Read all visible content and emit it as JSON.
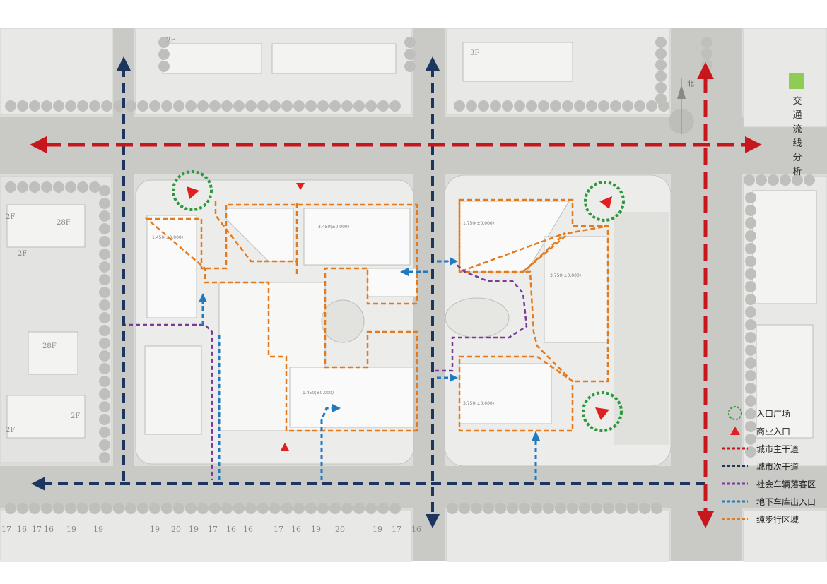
{
  "title": "交通流线分析",
  "compass_label": "北",
  "colors": {
    "main_road": "#c8161d",
    "secondary_road": "#1c3660",
    "drop_off": "#7a3a9a",
    "garage": "#1f7ac0",
    "pedestrian": "#e57a1c",
    "plaza": "#2a9a3c",
    "title_swatch": "#8fcc55"
  },
  "legend": [
    {
      "key": "plaza",
      "label": "入口广场",
      "icon": "dotted-circle-icon"
    },
    {
      "key": "commercial",
      "label": "商业入口",
      "icon": "red-triangle-icon"
    },
    {
      "key": "main_road",
      "label": "城市主干道",
      "icon": "red-dash-icon"
    },
    {
      "key": "secondary_road",
      "label": "城市次干道",
      "icon": "navy-dash-icon"
    },
    {
      "key": "drop_off",
      "label": "社会车辆落客区",
      "icon": "purple-dash-icon"
    },
    {
      "key": "garage",
      "label": "地下车库出入口",
      "icon": "blue-dash-icon"
    },
    {
      "key": "pedestrian",
      "label": "纯步行区域",
      "icon": "orange-dash-icon"
    }
  ],
  "building_labels": {
    "b1": "2F",
    "b2": "3F",
    "b3": "28F",
    "b4": "2F",
    "b5": "2F",
    "b6": "28F",
    "b7": "2F",
    "b8": "2F",
    "e1": "1.450(±0.000)",
    "e2": "3.450(±0.000)",
    "e3": "1.750(±0.000)",
    "e4": "3.750(±0.000)",
    "e5": "1.450(±0.000)",
    "e6": "3.750(±0.000)"
  },
  "lot_numbers": [
    "17",
    "16",
    "17",
    "16",
    "19",
    "19",
    "19",
    "20",
    "19",
    "17",
    "16",
    "16",
    "17",
    "16",
    "19",
    "20",
    "19",
    "17",
    "16"
  ]
}
